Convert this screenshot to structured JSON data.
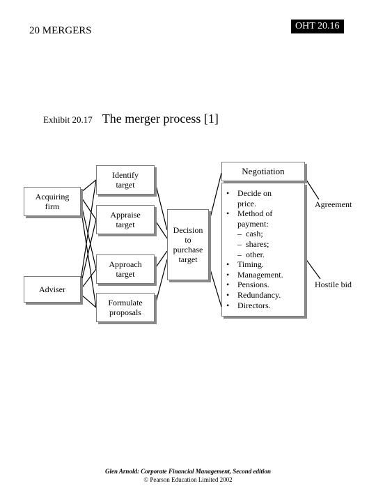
{
  "header": {
    "section": "20 MERGERS",
    "badge": "OHT 20.16"
  },
  "exhibit": {
    "number": "Exhibit 20.17",
    "title": "The merger process [1]"
  },
  "diagram": {
    "acquiring_firm": [
      "Acquiring",
      "firm"
    ],
    "adviser": [
      "Adviser"
    ],
    "steps": [
      [
        "Identify",
        "target"
      ],
      [
        "Appraise",
        "target"
      ],
      [
        "Approach",
        "target"
      ],
      [
        "Formulate",
        "proposals"
      ]
    ],
    "decision": [
      "Decision",
      "to",
      "purchase",
      "target"
    ],
    "negotiation": {
      "title": "Negotiation",
      "items": [
        {
          "mark": "•",
          "text": "Decide on"
        },
        {
          "mark": "",
          "text": "price."
        },
        {
          "mark": "•",
          "text": "Method of"
        },
        {
          "mark": "",
          "text": "payment:"
        },
        {
          "mark": "–",
          "text": "cash;",
          "sub": true
        },
        {
          "mark": "–",
          "text": "shares;",
          "sub": true
        },
        {
          "mark": "–",
          "text": "other.",
          "sub": true
        },
        {
          "mark": "•",
          "text": "Timing."
        },
        {
          "mark": "•",
          "text": "Management."
        },
        {
          "mark": "•",
          "text": "Pensions."
        },
        {
          "mark": "•",
          "text": "Redundancy."
        },
        {
          "mark": "•",
          "text": "Directors."
        }
      ]
    },
    "outcomes": {
      "agreement": "Agreement",
      "hostile": "Hostile bid"
    }
  },
  "footer": {
    "line1": "Glen Arnold: Corporate Financial Management, Second edition",
    "line2": "© Pearson Education Limited 2002"
  }
}
